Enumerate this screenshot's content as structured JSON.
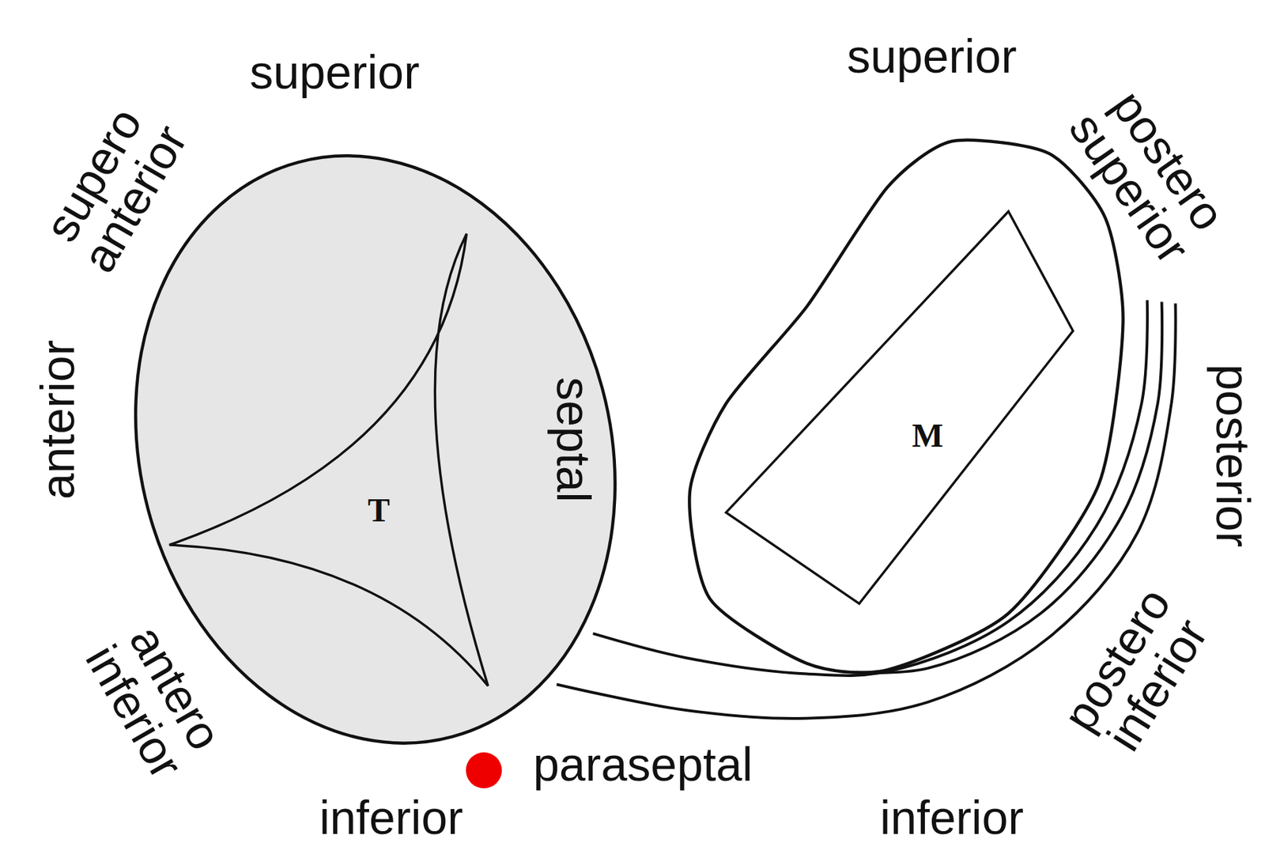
{
  "diagram": {
    "nodes": [
      {
        "text": [
          "T"
        ]
      },
      {
        "text": [
          "M"
        ]
      }
    ],
    "labels": [
      "superior",
      "supero anterior",
      "anterior",
      "septal",
      "antero inferior",
      "inferior",
      "paraseptal",
      "superior",
      "postero superior",
      "posterior",
      "postero inferior",
      "inferior"
    ]
  }
}
